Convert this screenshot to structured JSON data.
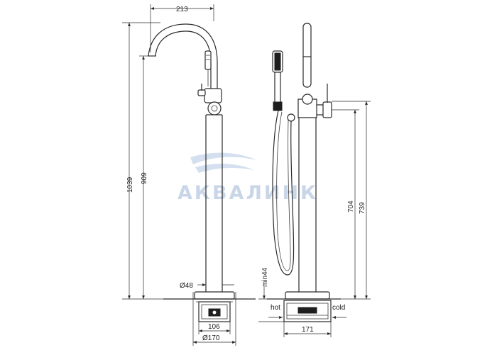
{
  "watermark": {
    "text": "АКВАЛИНК"
  },
  "dimensions": {
    "spout_reach": "213",
    "total_height": "1039",
    "spout_outlet_height": "909",
    "column_diameter": "Ø48",
    "base_width": "106",
    "base_diameter": "Ø170",
    "min_depth": "min44",
    "mixer_height": "704",
    "mixer_top_height": "739",
    "connection_width": "171"
  },
  "connections": {
    "hot": "hot",
    "cold": "cold"
  },
  "colors": {
    "line": "#2a2a2a",
    "watermark": "#c8d6e8"
  }
}
